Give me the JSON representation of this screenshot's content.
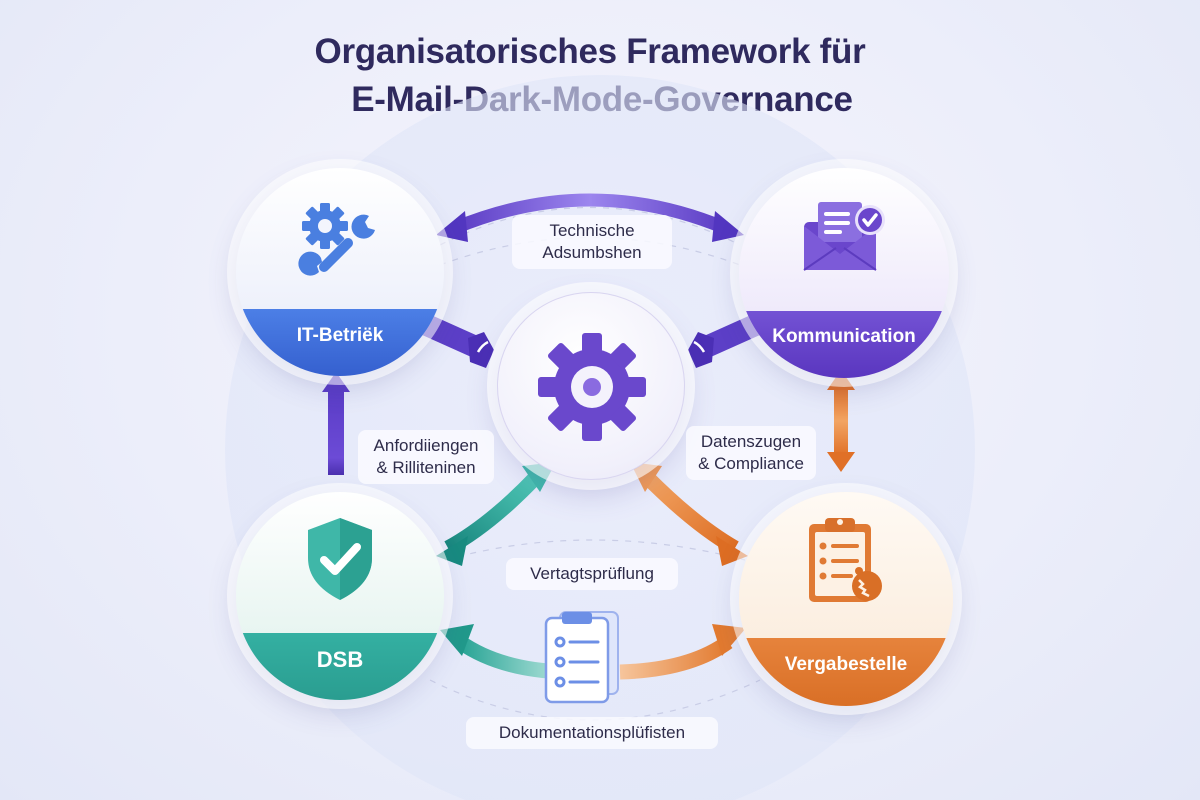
{
  "title": {
    "line1": "Organisatorisches Framework für",
    "line2": "E-Mail-Dark-Mode-Governance"
  },
  "nodes": {
    "it": {
      "label": "IT-Betriëk",
      "icon": "gear-wrench-icon",
      "color": "#3f6fd8"
    },
    "kommunikation": {
      "label": "Kommunication",
      "icon": "envelope-check-icon",
      "color": "#6a45c9"
    },
    "dsb": {
      "label": "DSB",
      "icon": "shield-check-icon",
      "color": "#2fa89a"
    },
    "vergabestelle": {
      "label": "Vergabestelle",
      "icon": "clipboard-checklist-icon",
      "color": "#e07a34"
    },
    "center": {
      "icon": "gear-icon",
      "color": "#6a48cc"
    }
  },
  "connections": {
    "top": "Technische\nAdsumbshen",
    "left_line1": "Anfordiiengen",
    "left_line2": "& Rilliteninen",
    "right_line1": "Datenszugen",
    "right_line2": "& Compliance",
    "bottom_mid": "Vertagtsprüflung",
    "bottom": "Dokumentationsplüfisten",
    "top_line1": "Technische",
    "top_line2": "Adsumbshen"
  },
  "documents": {
    "icon": "document-checklist-icon"
  }
}
